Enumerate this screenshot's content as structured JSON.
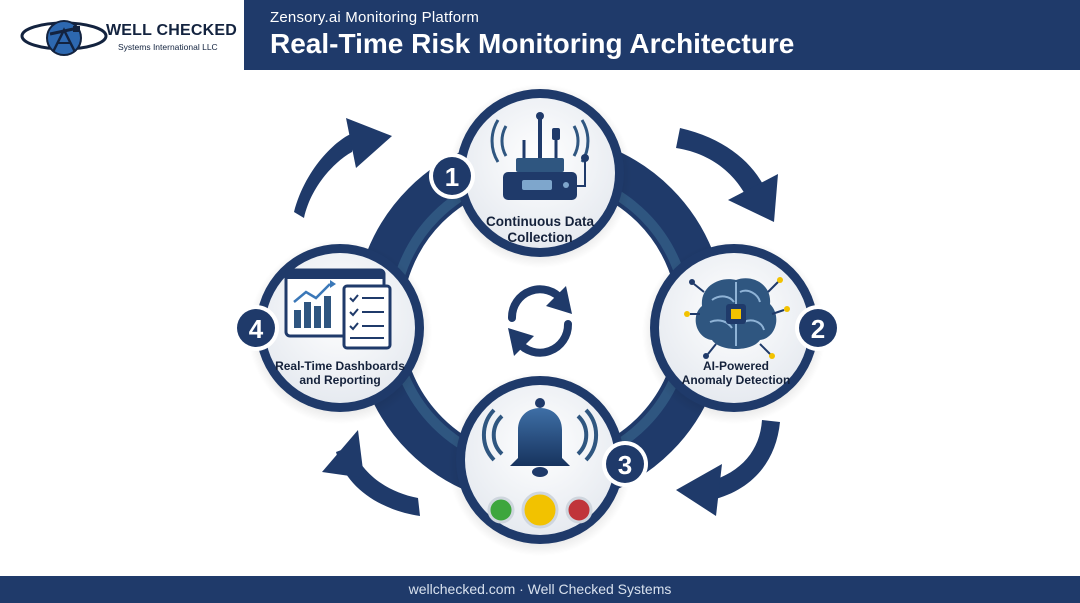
{
  "header": {
    "brand_name": "WELL CHECKED",
    "brand_sub": "Systems International LLC",
    "subtitle": "Zensory.ai Monitoring Platform",
    "title": "Real-Time Risk Monitoring Architecture"
  },
  "steps": [
    {
      "number": "1",
      "line1": "Continuous Data",
      "line2": "Collection",
      "icon": "router-antenna-icon"
    },
    {
      "number": "2",
      "line1": "AI-Powered",
      "line2": "Anomaly Detection",
      "icon": "ai-brain-icon"
    },
    {
      "number": "3",
      "icon": "alert-bell-icon",
      "lights": [
        "#3da63d",
        "#f2c200",
        "#c0343a"
      ]
    },
    {
      "number": "4",
      "line1": "Real-Time Dashboards",
      "line2": "and Reporting",
      "icon": "dashboard-report-icon"
    }
  ],
  "center_icon": "refresh-cycle-icon",
  "colors": {
    "navy": "#1f3a6a",
    "ring_mid": "#2f5680",
    "ring_light": "#3f6a90"
  },
  "footer": {
    "text": "wellchecked.com · Well Checked Systems"
  }
}
